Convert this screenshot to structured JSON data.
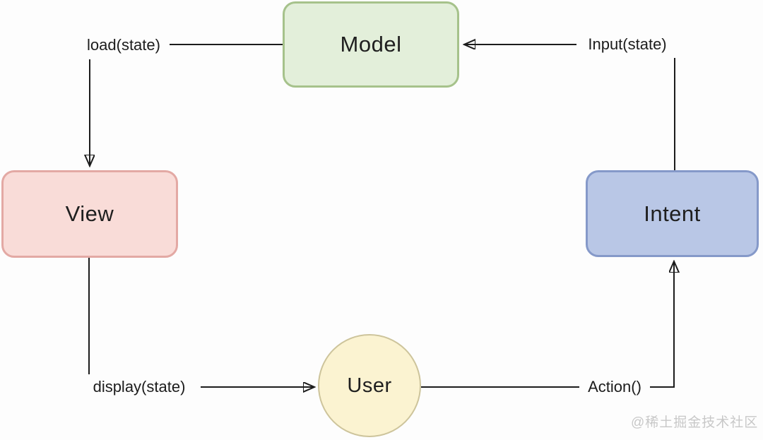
{
  "diagram": {
    "type": "flow-diagram",
    "nodes": [
      {
        "id": "model",
        "label": "Model",
        "shape": "rounded-rectangle",
        "fill": "#e3efda",
        "border": "#a6c28b"
      },
      {
        "id": "view",
        "label": "View",
        "shape": "rounded-rectangle",
        "fill": "#f9dcd8",
        "border": "#e3a9a4"
      },
      {
        "id": "intent",
        "label": "Intent",
        "shape": "rounded-rectangle",
        "fill": "#b9c7e6",
        "border": "#8599c9"
      },
      {
        "id": "user",
        "label": "User",
        "shape": "circle",
        "fill": "#fbf3d1",
        "border": "#cdc49b"
      }
    ],
    "edges": [
      {
        "from": "model",
        "to": "view",
        "label": "load(state)"
      },
      {
        "from": "intent",
        "to": "model",
        "label": "Input(state)"
      },
      {
        "from": "view",
        "to": "user",
        "label": "display(state)"
      },
      {
        "from": "user",
        "to": "intent",
        "label": "Action()"
      }
    ],
    "watermark": "@稀土掘金技术社区",
    "colors": {
      "line": "#1c1c1c",
      "background": "#fdfdfd",
      "watermark": "#c8c8c8",
      "node_text": "#1f1f1f"
    }
  }
}
